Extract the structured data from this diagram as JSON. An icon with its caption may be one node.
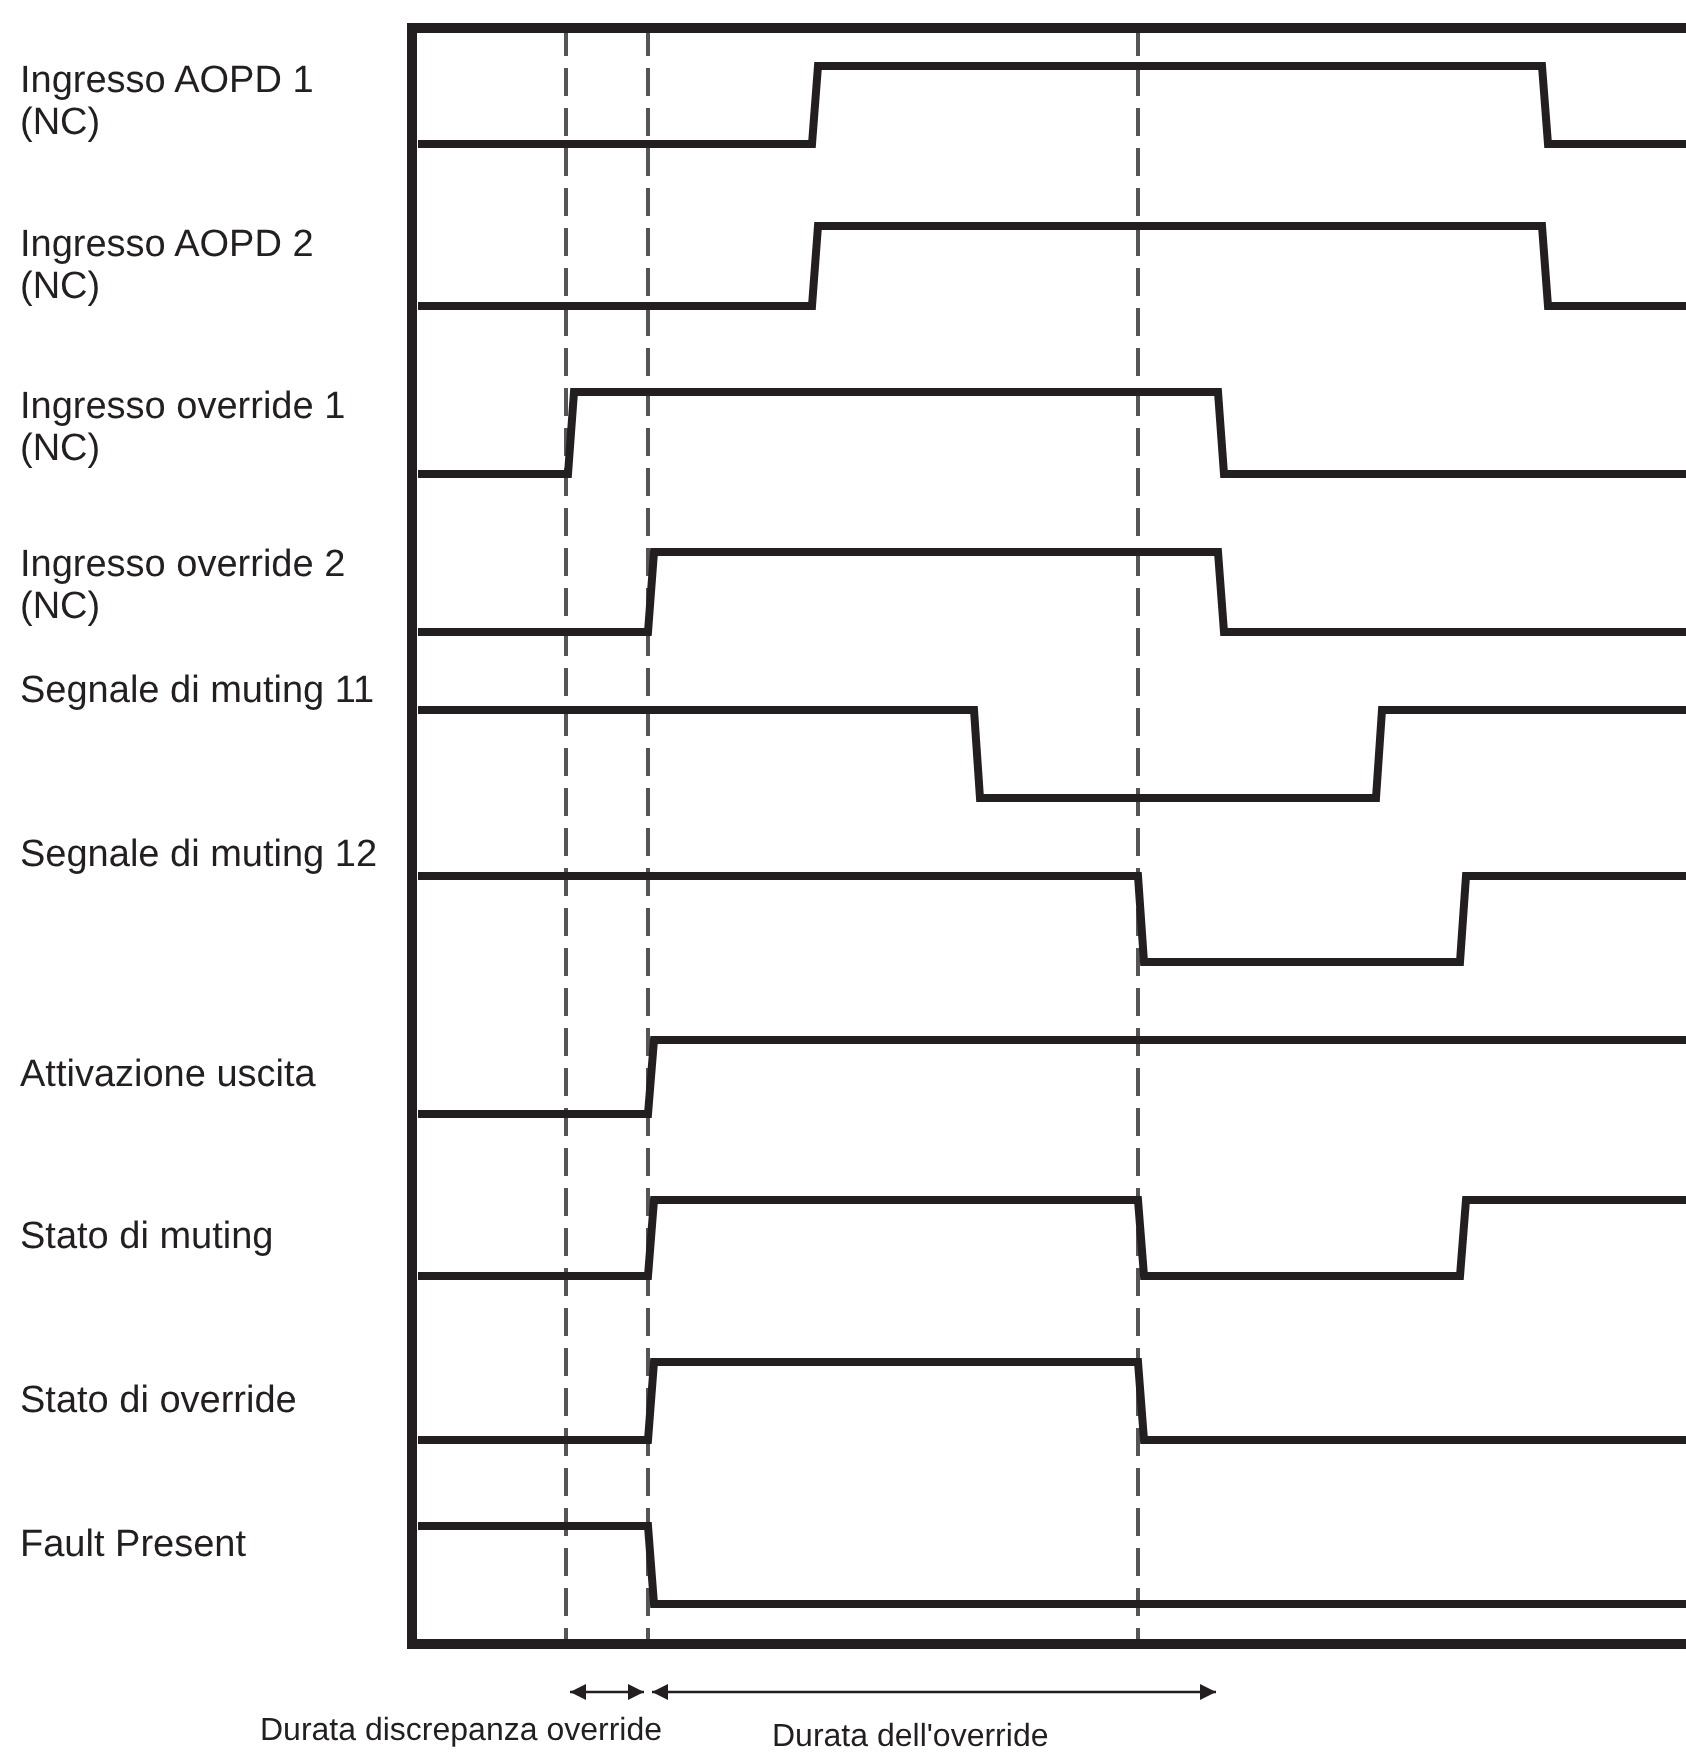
{
  "diagram": {
    "labels": [
      "Ingresso AOPD 1 (NC)",
      "Ingresso AOPD 2 (NC)",
      "Ingresso override 1 (NC)",
      "Ingresso override 2 (NC)",
      "Segnale di muting 11",
      "Segnale di muting 12",
      "Attivazione uscita",
      "Stato di muting",
      "Stato di override",
      "Fault Present",
      "Durata discrepanza override",
      "Durata dell'override"
    ]
  }
}
